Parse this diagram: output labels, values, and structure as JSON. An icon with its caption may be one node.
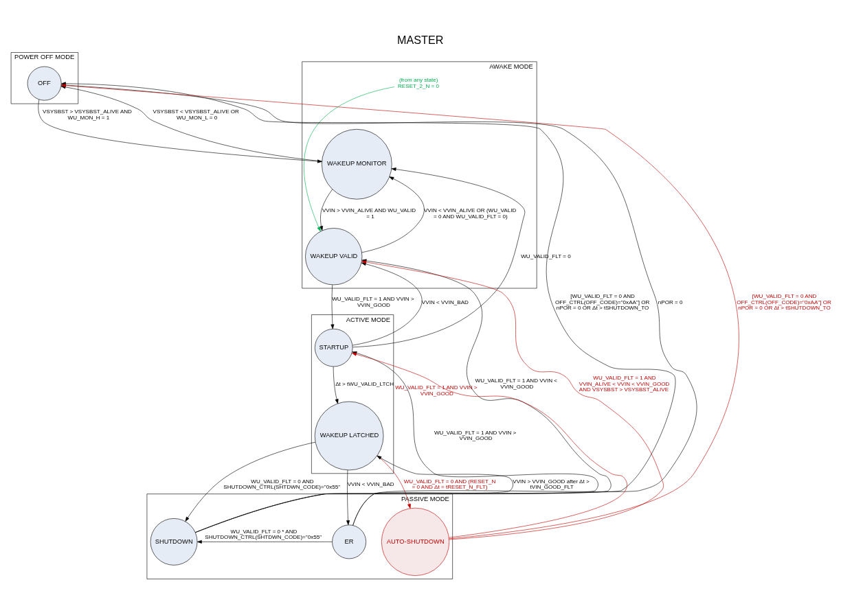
{
  "diagram": {
    "title": "MASTER",
    "nodes": [
      {
        "text": [
          "POWER OFF MODE"
        ]
      },
      {
        "text": [
          "OFF"
        ],
        "in": 0
      },
      {
        "text": [
          "AWAKE MODE"
        ]
      },
      {
        "text": [
          "WAKEUP MONITOR"
        ],
        "in": 2
      },
      {
        "text": [
          "WAKEUP VALID"
        ],
        "in": 2
      },
      {
        "text": [
          "ACTIVE MODE"
        ]
      },
      {
        "text": [
          "STARTUP"
        ],
        "in": 5
      },
      {
        "text": [
          "WAKEUP LATCHED"
        ],
        "in": 5
      },
      {
        "text": [
          "PASSIVE MODE"
        ]
      },
      {
        "text": [
          "SHUTDOWN"
        ],
        "in": 8
      },
      {
        "text": [
          "ER"
        ],
        "in": 8
      },
      {
        "text": [
          "AUTO-SHUTDOWN"
        ],
        "in": 8
      },
      {
        "text": [
          "(from any state) RESET_2_N = 0"
        ],
        "in": 2
      }
    ],
    "edges": [
      {
        "from": 1,
        "to": 3,
        "arrow": "to",
        "label": "VSYSBST > VSYSBST_ALIVE AND WU_MON_H = 1"
      },
      {
        "from": 3,
        "to": 1,
        "arrow": "to",
        "label": "VSYSBST < VSYSBST_ALIVE OR WU_MON_L = 0"
      },
      {
        "from": 3,
        "to": 4,
        "arrow": "to",
        "label": "VVIN > VVIN_ALIVE AND WU_VALID = 1"
      },
      {
        "from": 4,
        "to": 3,
        "arrow": "to",
        "label": "VVIN < VVIN_ALIVE OR (WU_VALID = 0 AND WU_VALID_FLT = 0)"
      },
      {
        "from": 4,
        "to": 6,
        "arrow": "to",
        "label": "WU_VALID_FLT = 1 AND VVIN > VVIN_GOOD"
      },
      {
        "from": 6,
        "to": 4,
        "arrow": "to",
        "label": "VVIN < VVIN_BAD"
      },
      {
        "from": 6,
        "to": 3,
        "arrow": "to",
        "label": "WU_VALID_FLT = 0"
      },
      {
        "from": 6,
        "to": 7,
        "arrow": "to",
        "label": "Δt > tWU_VALID_LTCH"
      },
      {
        "from": 7,
        "to": 9,
        "arrow": "to",
        "label": "WU_VALID_FLT = 0 AND SHUTDOWN_CTRL(SHTDWN_CODE)=\"0x55\""
      },
      {
        "from": 7,
        "to": 10,
        "arrow": "to",
        "label": "VVIN < VVIN_BAD"
      },
      {
        "from": 10,
        "to": 7,
        "arrow": "to",
        "label": "VVIN > VVIN_GOOD after Δt > tVIN_GOOD_FLT"
      },
      {
        "from": 10,
        "to": 9,
        "arrow": "to",
        "label": "WU_VALID_FLT = 0 * AND SHUTDOWN_CTRL(SHTDWN_CODE)=\"0x55\""
      },
      {
        "from": 10,
        "to": 1,
        "arrow": "to",
        "label": "nPOR = 0"
      },
      {
        "from": 9,
        "to": 1,
        "arrow": "to",
        "label": "[WU_VALID_FLT = 0 AND OFF_CTRL(OFF_CODE)=\"0xAA\"] OR nPOR = 0 OR Δt > tSHUTDOWN_TO"
      },
      {
        "from": 9,
        "to": 4,
        "arrow": "to",
        "label": "WU_VALID_FLT = 1 AND VVIN < VVIN_GOOD"
      },
      {
        "from": 9,
        "to": 6,
        "arrow": "to",
        "label": "WU_VALID_FLT = 1 AND VVIN > VVIN_GOOD"
      },
      {
        "from": 7,
        "to": 11,
        "arrow": "to",
        "color": "#c00000",
        "label": "WU_VALID_FLT = 0 AND (RESET_N = 0 AND Δt = tRESET_N_FLT)"
      },
      {
        "from": 11,
        "to": 1,
        "arrow": "to",
        "color": "#c00000",
        "label": "[WU_VALID_FLT = 0 AND OFF_CTRL(OFF_CODE)=\"0xAA\"] OR nPOR = 0 OR Δt > tSHUTDOWN_TO"
      },
      {
        "from": 11,
        "to": 4,
        "arrow": "to",
        "color": "#c00000",
        "label": "WU_VALID_FLT = 1 AND VVIN_ALIVE < VVIN < VVIN_GOOD AND VSYSBST > VSYSBST_ALIVE"
      },
      {
        "from": 11,
        "to": 6,
        "arrow": "to",
        "color": "#c00000",
        "label": "WU_VALID_FLT = 1 AND VVIN > VVIN_GOOD"
      },
      {
        "from": 12,
        "to": 4,
        "arrow": "to",
        "color": "#00b050"
      }
    ]
  }
}
